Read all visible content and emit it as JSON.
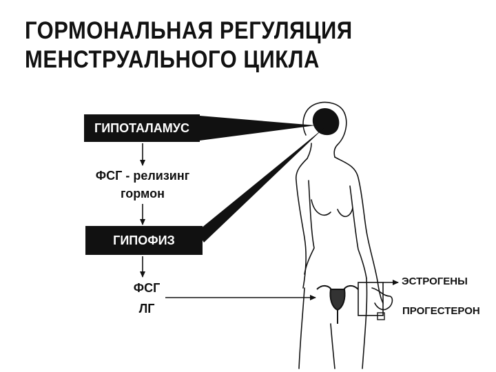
{
  "title": {
    "line1": "ГОРМОНАЛЬНАЯ РЕГУЛЯЦИЯ",
    "line2": "МЕНСТРУАЛЬНОГО ЦИКЛА"
  },
  "boxes": {
    "hypothalamus": "ГИПОТАЛАМУС",
    "pituitary": "ГИПОФИЗ"
  },
  "labels": {
    "fsg_releasing_line1": "ФСГ - релизинг",
    "fsg_releasing_line2": "гормон",
    "fsg": "ФСГ",
    "lg": "ЛГ",
    "estrogens": "ЭСТРОГЕНЫ",
    "progesterone": "ПРОГЕСТЕРОН"
  },
  "colors": {
    "ink": "#111111",
    "background": "#ffffff"
  }
}
